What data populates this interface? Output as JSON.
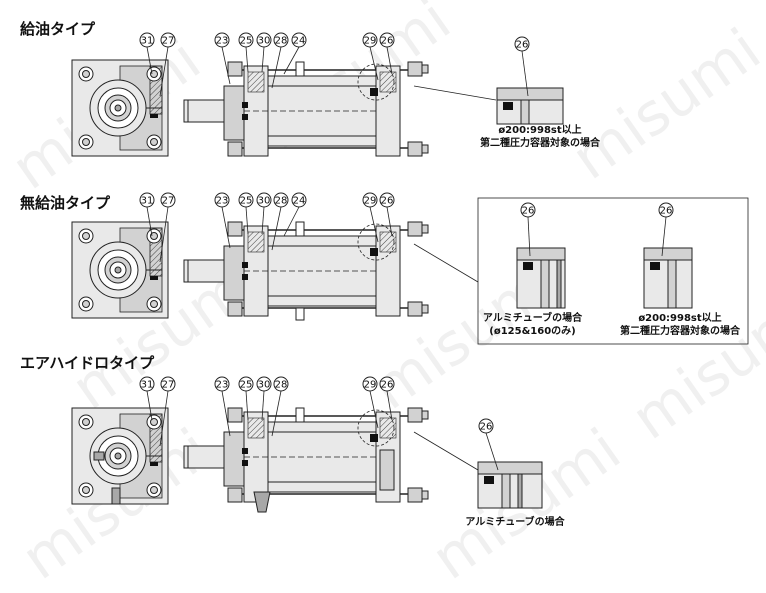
{
  "watermark": "misumi",
  "sections": [
    {
      "title": "給油タイプ"
    },
    {
      "title": "無給油タイプ"
    },
    {
      "title": "エアハイドロタイプ"
    }
  ],
  "callouts": {
    "s1_front": [
      "31",
      "27"
    ],
    "s1_side": [
      "23",
      "25",
      "30",
      "28",
      "24",
      "29",
      "26"
    ],
    "s1_detail": "26",
    "s2_front": [
      "31",
      "27"
    ],
    "s2_side": [
      "23",
      "25",
      "30",
      "28",
      "24",
      "29",
      "26"
    ],
    "s2_detail_a": "26",
    "s2_detail_b": "26",
    "s3_front": [
      "31",
      "27"
    ],
    "s3_side": [
      "23",
      "25",
      "30",
      "28",
      "29",
      "26"
    ],
    "s3_detail": "26"
  },
  "notes": {
    "s1_line1": "ø200:998st以上",
    "s1_line2": "第二種圧力容器対象の場合",
    "s2a_line1": "アルミチューブの場合",
    "s2a_line2": "(ø125&160のみ)",
    "s2b_line1": "ø200:998st以上",
    "s2b_line2": "第二種圧力容器対象の場合",
    "s3_line1": "アルミチューブの場合"
  },
  "colors": {
    "line": "#222222",
    "fill_light": "#e9e9e9",
    "fill_mid": "#d2d2d2",
    "fill_dark": "#a8a8a8",
    "seal": "#111111"
  }
}
